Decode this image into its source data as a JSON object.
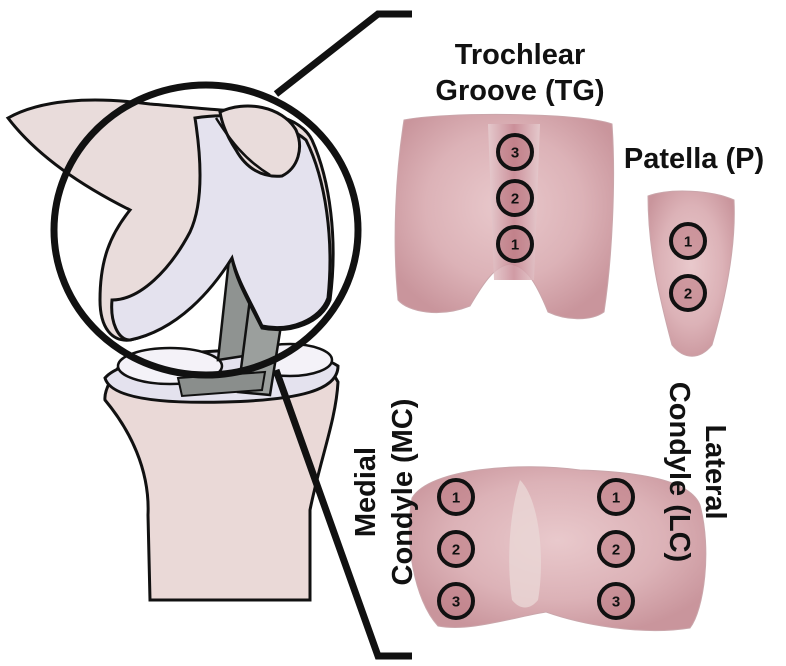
{
  "labels": {
    "trochlear_line1": "Trochlear",
    "trochlear_line2": "Groove (TG)",
    "patella": "Patella (P)",
    "medial_line1": "Medial",
    "medial_line2": "Condyle (MC)",
    "lateral_line1": "Lateral",
    "lateral_line2": "Condyle (LC)"
  },
  "sites": {
    "tg": [
      "3",
      "2",
      "1"
    ],
    "p": [
      "1",
      "2"
    ],
    "mc": [
      "1",
      "2",
      "3"
    ],
    "lc": [
      "1",
      "2",
      "3"
    ]
  },
  "colors": {
    "outline": "#111111",
    "femur": "#e9dcdb",
    "cartilage": "#e4e2ee",
    "ligament": "#8d918f",
    "tissue": "#e6c3c6",
    "tissue_dark": "#c98f96"
  }
}
